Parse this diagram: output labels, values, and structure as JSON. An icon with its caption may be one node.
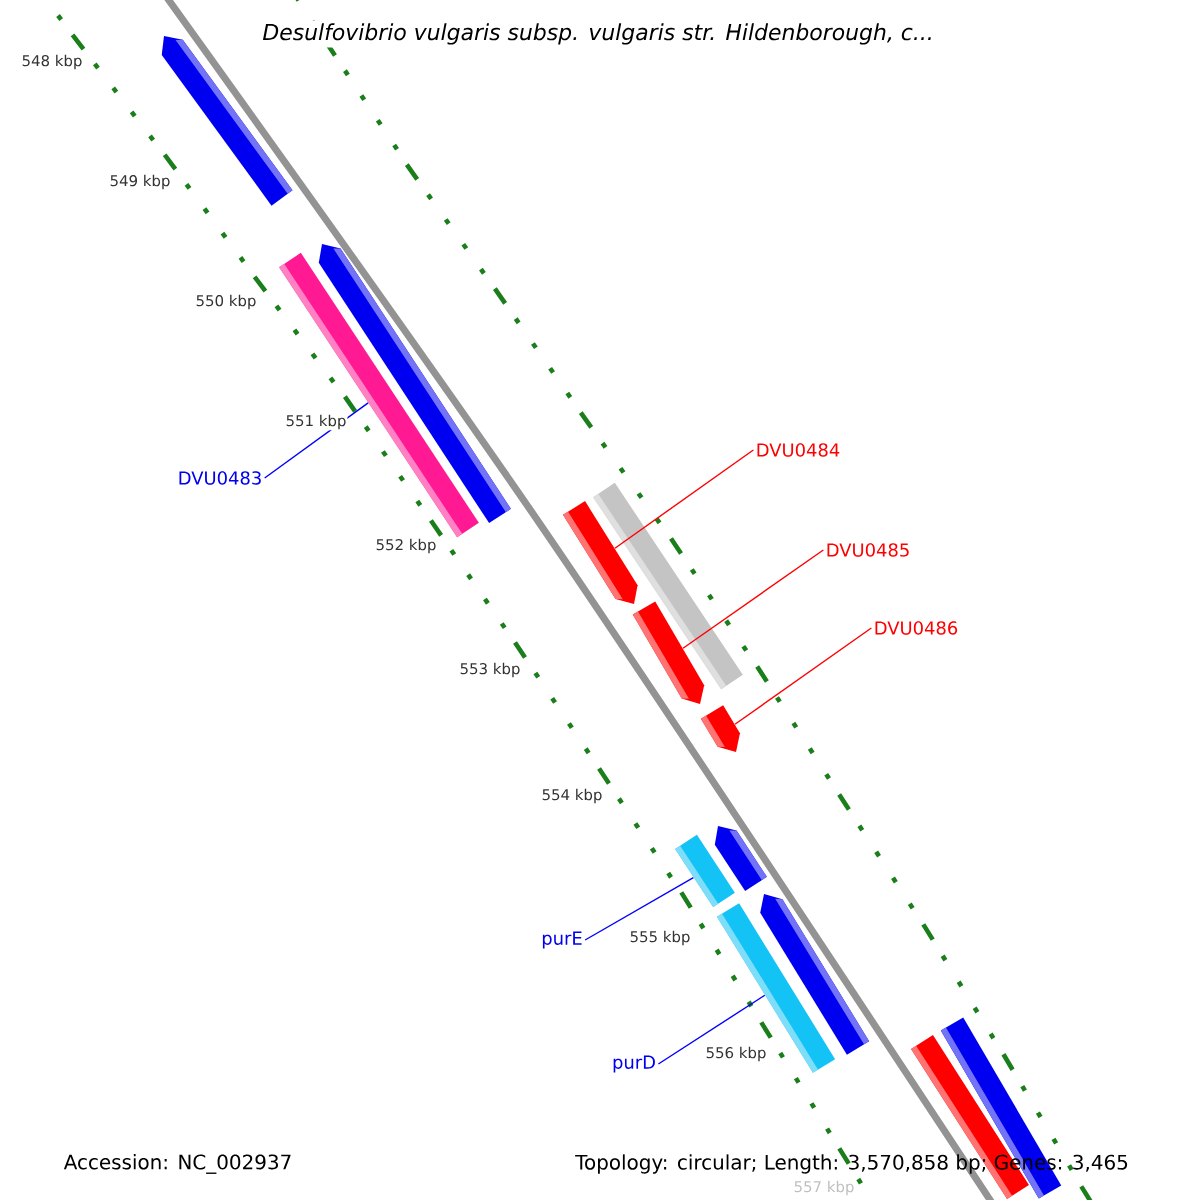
{
  "diagram": {
    "title": "Desulfovibrio vulgaris subsp. vulgaris str. Hildenborough, c...",
    "nodes": [
      {
        "text": [],
        "shape": "arrow"
      },
      {
        "text": [],
        "shape": "bar"
      },
      {
        "text": [],
        "shape": "arrow"
      },
      {
        "text": [
          "DVU0483"
        ]
      },
      {
        "text": [
          "DVU0484"
        ]
      },
      {
        "text": [],
        "shape": "bar"
      },
      {
        "text": [],
        "shape": "arrow"
      },
      {
        "text": [
          "DVU0485"
        ]
      },
      {
        "text": [],
        "shape": "arrow"
      },
      {
        "text": [
          "DVU0486"
        ]
      },
      {
        "text": [],
        "shape": "arrow"
      },
      {
        "text": [],
        "shape": "arrow"
      },
      {
        "text": [],
        "shape": "bar"
      },
      {
        "text": [
          "purE"
        ]
      },
      {
        "text": [],
        "shape": "bar"
      },
      {
        "text": [],
        "shape": "arrow"
      },
      {
        "text": [
          "purD"
        ]
      },
      {
        "text": [],
        "shape": "bar"
      },
      {
        "text": [],
        "shape": "bar"
      }
    ],
    "edges": [
      {
        "from": 3,
        "to": 1,
        "arrow": "none",
        "color": "#0000ff"
      },
      {
        "from": 4,
        "to": 6,
        "arrow": "none",
        "color": "#ff0000"
      },
      {
        "from": 7,
        "to": 8,
        "arrow": "none",
        "color": "#ff0000"
      },
      {
        "from": 9,
        "to": 10,
        "arrow": "none",
        "color": "#ff0000"
      },
      {
        "from": 13,
        "to": 12,
        "arrow": "none",
        "color": "#0000ff"
      },
      {
        "from": 16,
        "to": 14,
        "arrow": "none",
        "color": "#0000ff"
      }
    ],
    "labels": [
      "548 kbp",
      "549 kbp",
      "550 kbp",
      "551 kbp",
      "552 kbp",
      "553 kbp",
      "554 kbp",
      "555 kbp",
      "556 kbp",
      "557 kbp",
      "Accession: NC_002937",
      "Topology: circular; Length: 3,570,858 bp; Genes: 3,465"
    ]
  }
}
